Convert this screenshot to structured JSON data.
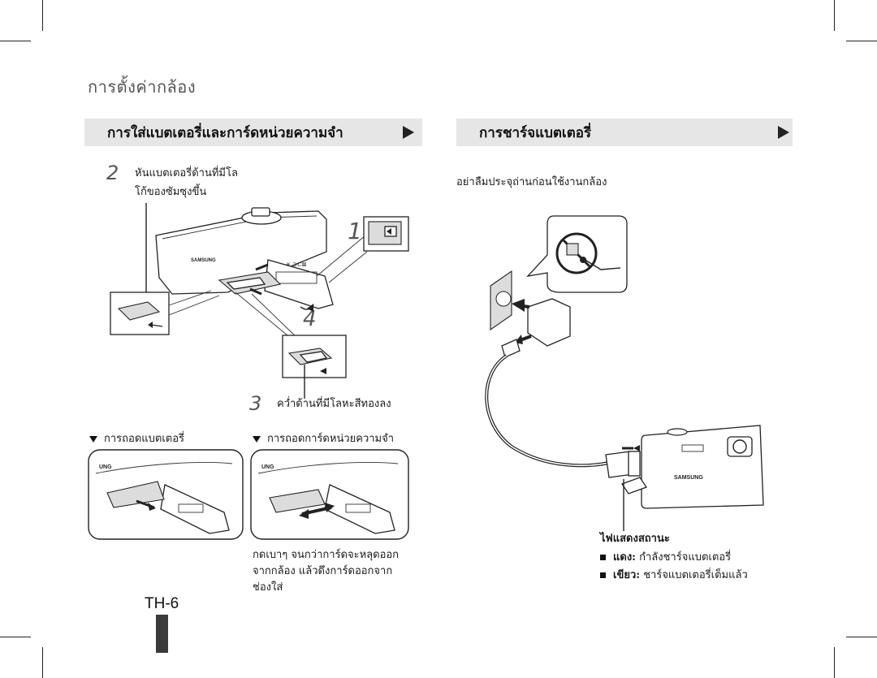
{
  "section_title": "การตั้งค่ากล้อง",
  "left_banner": "การใส่แบตเตอรี่และการ์ดหน่วยความจำ",
  "right_banner": "การชาร์จแบตเตอรี่",
  "step2": {
    "num": "2",
    "line1": "หันแบตเตอรี่ด้านที่มีโล",
    "line2": "โก้ของซัมซุงขึ้น"
  },
  "step1": {
    "num": "1"
  },
  "step4": {
    "num": "4"
  },
  "step3": {
    "num": "3",
    "text": "คว่ำด้านที่มีโลหะสีทองลง"
  },
  "remove_battery": "การถอดแบตเตอรี่",
  "remove_card": "การถอดการ์ดหน่วยความจำ",
  "card_note": {
    "line1": "กดเบาๆ จนกว่าการ์ดจะหลุดออก",
    "line2": "จากกล้อง แล้วดึงการ์ดออกจาก",
    "line3": "ช่องใส่"
  },
  "charge_note": "อย่าลืมประจุถ่านก่อนใช้งานกล้อง",
  "status_title": "ไฟแสดงสถานะ",
  "status_items": [
    {
      "label": "แดง:",
      "desc": "กำลังชาร์จแบตเตอรี่"
    },
    {
      "label": "เขียว:",
      "desc": "ชาร์จแบตเตอรี่เต็มแล้ว"
    }
  ],
  "brand_text": "SAMSUNG",
  "page_number": "TH-6"
}
